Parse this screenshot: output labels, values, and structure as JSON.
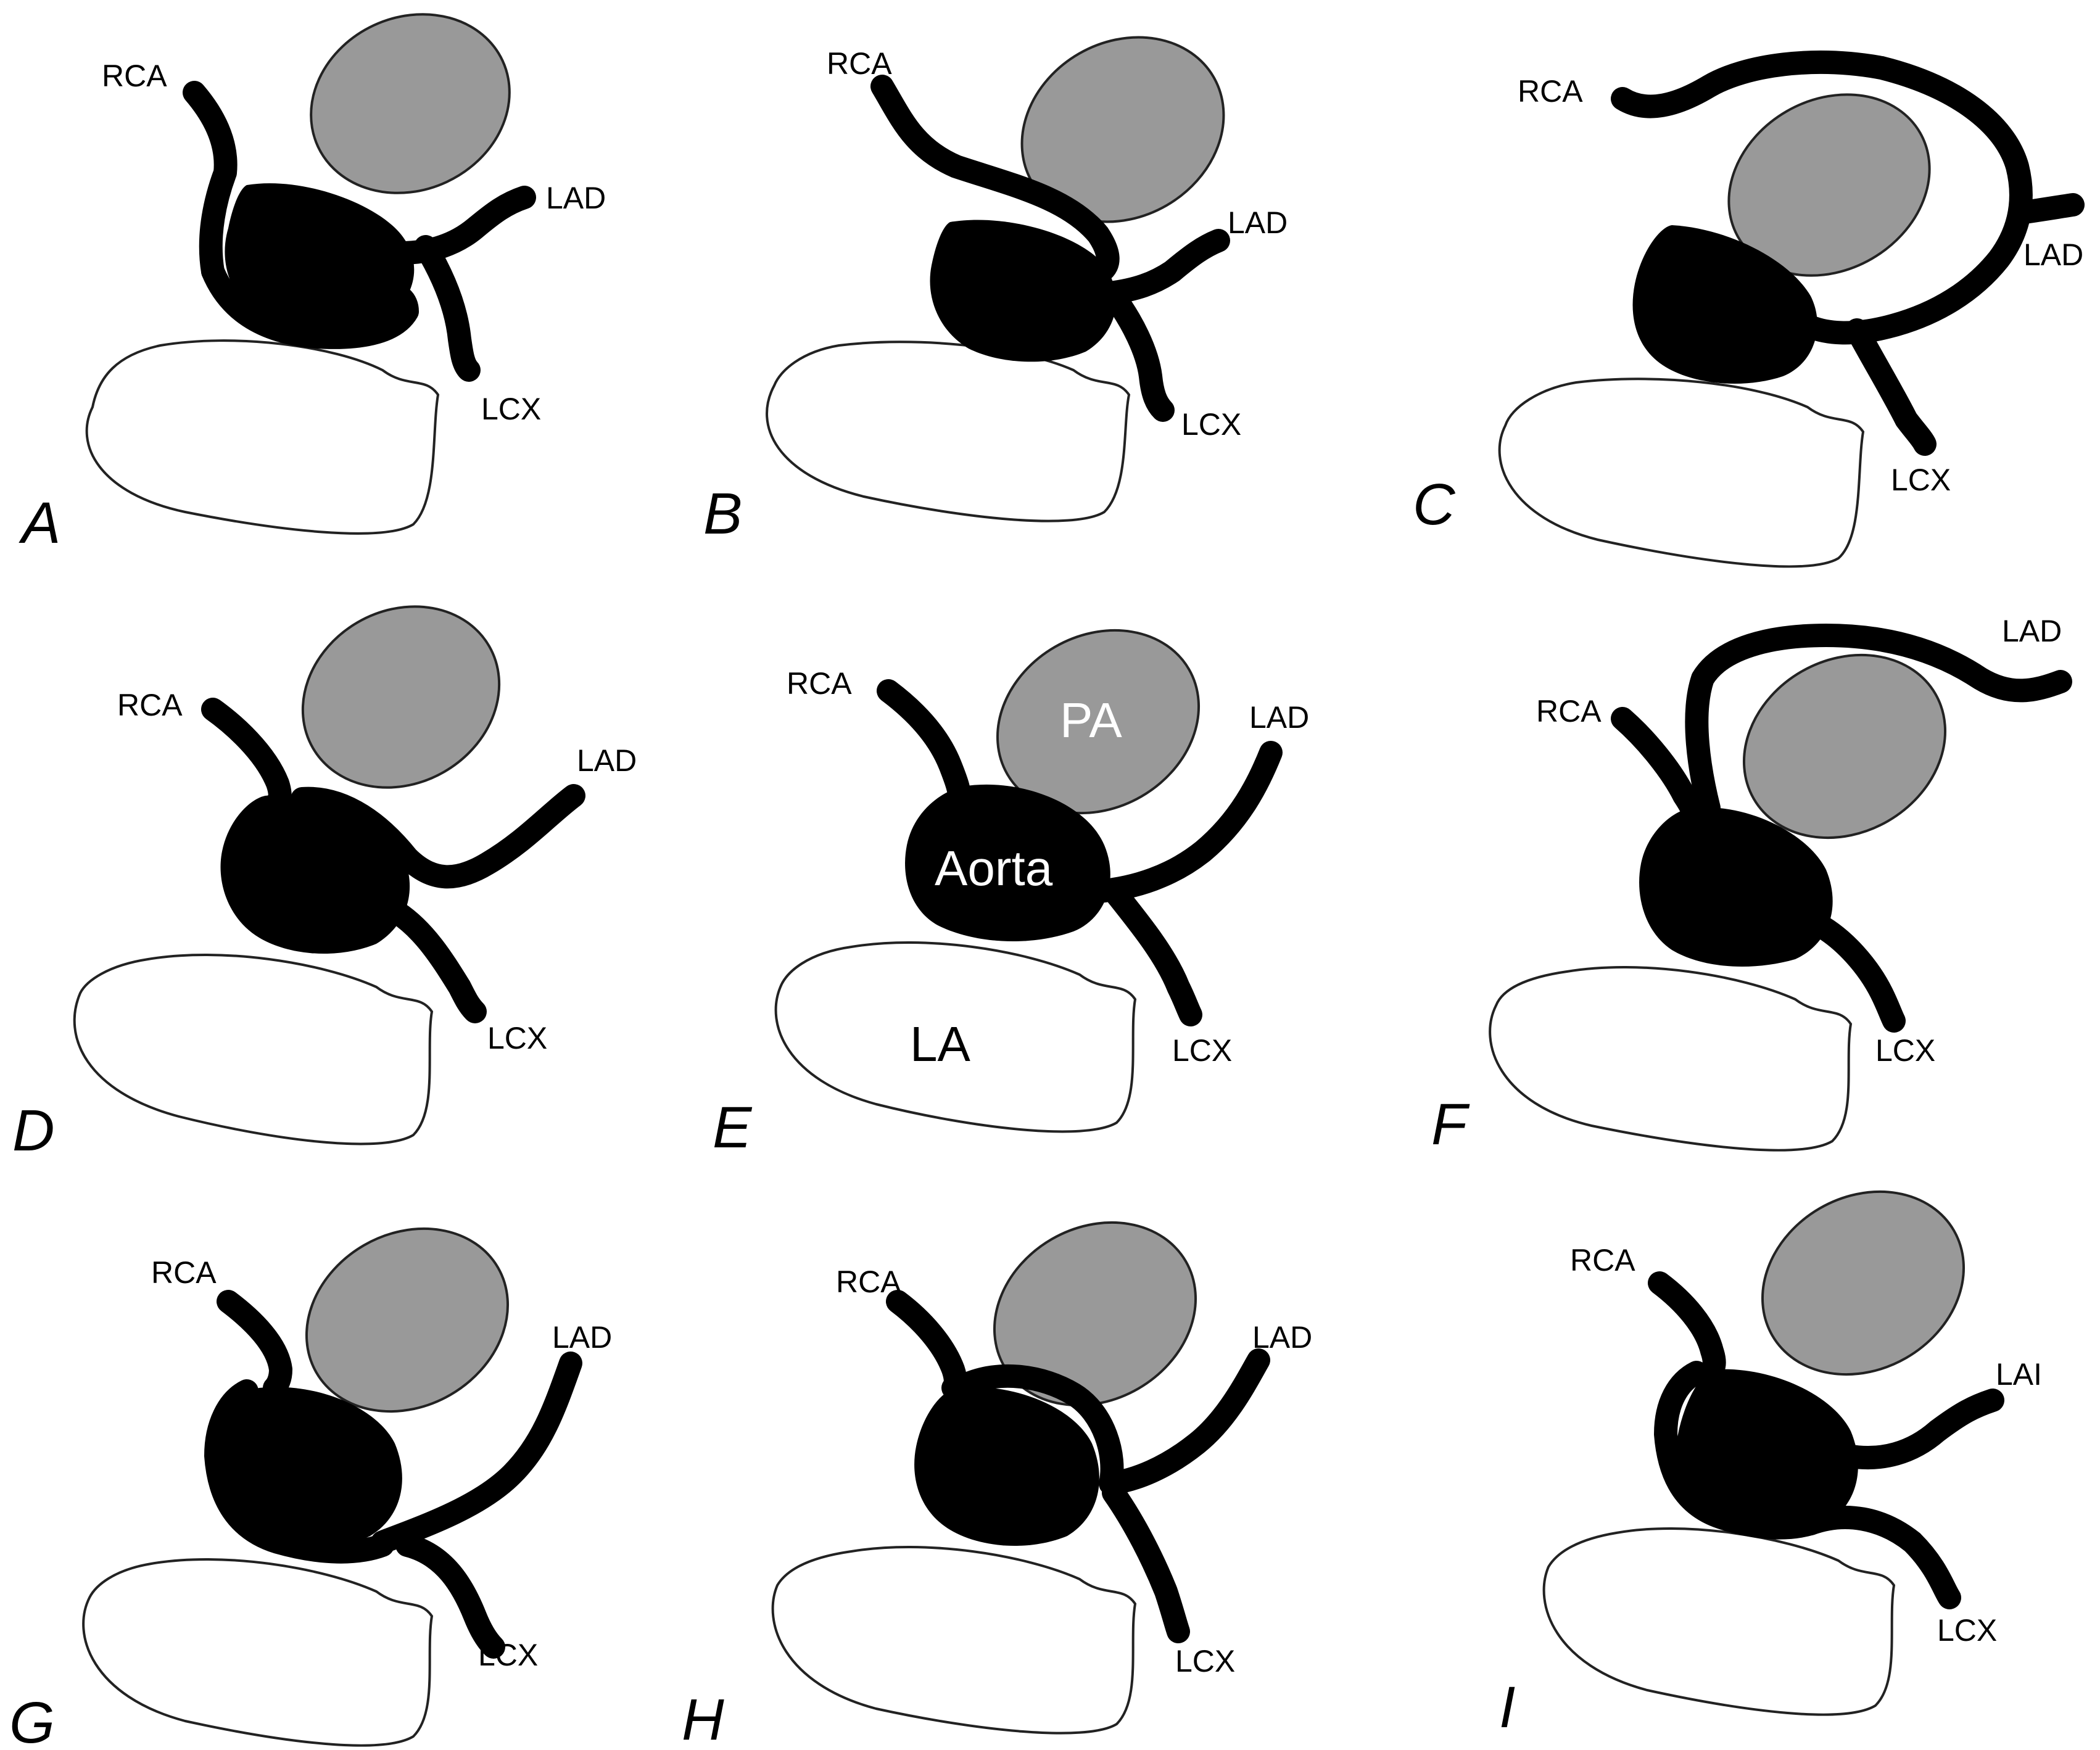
{
  "panels": [
    {
      "letter": "A",
      "labels": {
        "rca": "RCA",
        "lad": "LAD",
        "lcx": "LCX"
      }
    },
    {
      "letter": "B",
      "labels": {
        "rca": "RCA",
        "lad": "LAD",
        "lcx": "LCX"
      }
    },
    {
      "letter": "C",
      "labels": {
        "rca": "RCA",
        "lad": "LAD",
        "lcx": "LCX"
      }
    },
    {
      "letter": "D",
      "labels": {
        "rca": "RCA",
        "lad": "LAD",
        "lcx": "LCX"
      }
    },
    {
      "letter": "E",
      "labels": {
        "rca": "RCA",
        "lad": "LAD",
        "lcx": "LCX",
        "pa": "PA",
        "aorta": "Aorta",
        "la": "LA"
      }
    },
    {
      "letter": "F",
      "labels": {
        "rca": "RCA",
        "lad": "LAD",
        "lcx": "LCX"
      }
    },
    {
      "letter": "G",
      "labels": {
        "rca": "RCA",
        "lad": "LAD",
        "lcx": "LCX"
      }
    },
    {
      "letter": "H",
      "labels": {
        "rca": "RCA",
        "lad": "LAD",
        "lcx": "LCX"
      }
    },
    {
      "letter": "I",
      "labels": {
        "rca": "RCA",
        "lad": "LAI",
        "lcx": "LCX"
      }
    }
  ],
  "colors": {
    "pulmonary_artery_fill": "#999999",
    "aorta_fill": "#000000",
    "left_atrium_fill": "#ffffff",
    "vessel": "#000000"
  }
}
